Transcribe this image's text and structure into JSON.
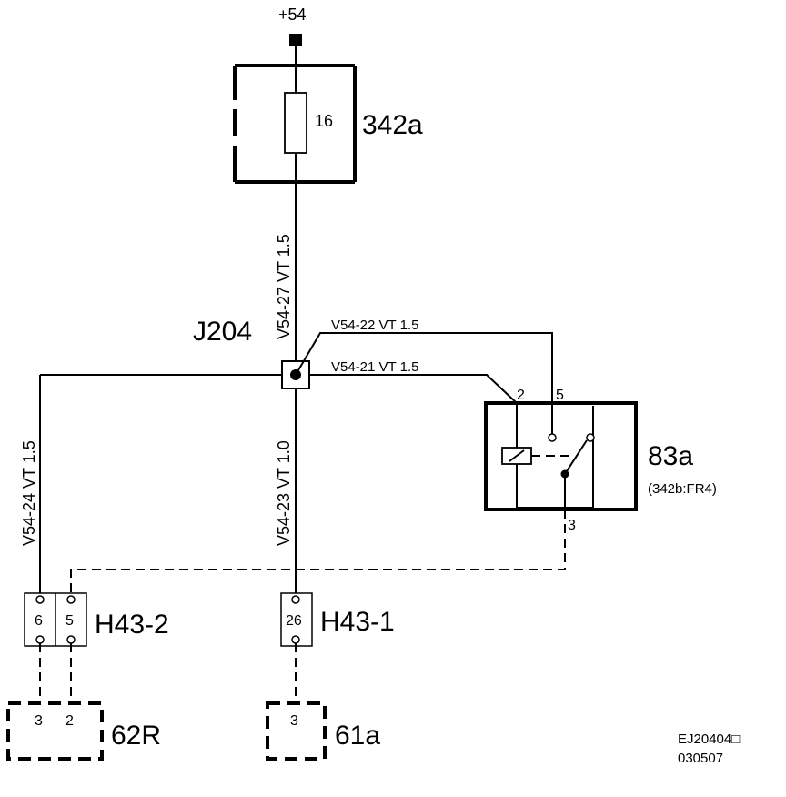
{
  "supply": {
    "label": "+54"
  },
  "fuse_box": {
    "id": "342a",
    "fuse_value": "16"
  },
  "junction": {
    "id": "J204"
  },
  "wires": {
    "v54_27": "V54-27  VT  1.5",
    "v54_22": "V54-22  VT  1.5",
    "v54_21": "V54-21  VT  1.5",
    "v54_24": "V54-24  VT  1.5",
    "v54_23": "V54-23  VT  1.0"
  },
  "relay": {
    "id": "83a",
    "location": "(342b:FR4)",
    "pins": [
      "2",
      "5",
      "3"
    ]
  },
  "connectors": {
    "h43_2": {
      "id": "H43-2",
      "pins": [
        "6",
        "5"
      ]
    },
    "h43_1": {
      "id": "H43-1",
      "pins": [
        "26"
      ]
    }
  },
  "components": {
    "c62r": {
      "id": "62R",
      "pins": [
        "3",
        "2"
      ]
    },
    "c61a": {
      "id": "61a",
      "pins": [
        "3"
      ]
    }
  },
  "footer": {
    "code": "EJ20404□",
    "date": "030507"
  }
}
